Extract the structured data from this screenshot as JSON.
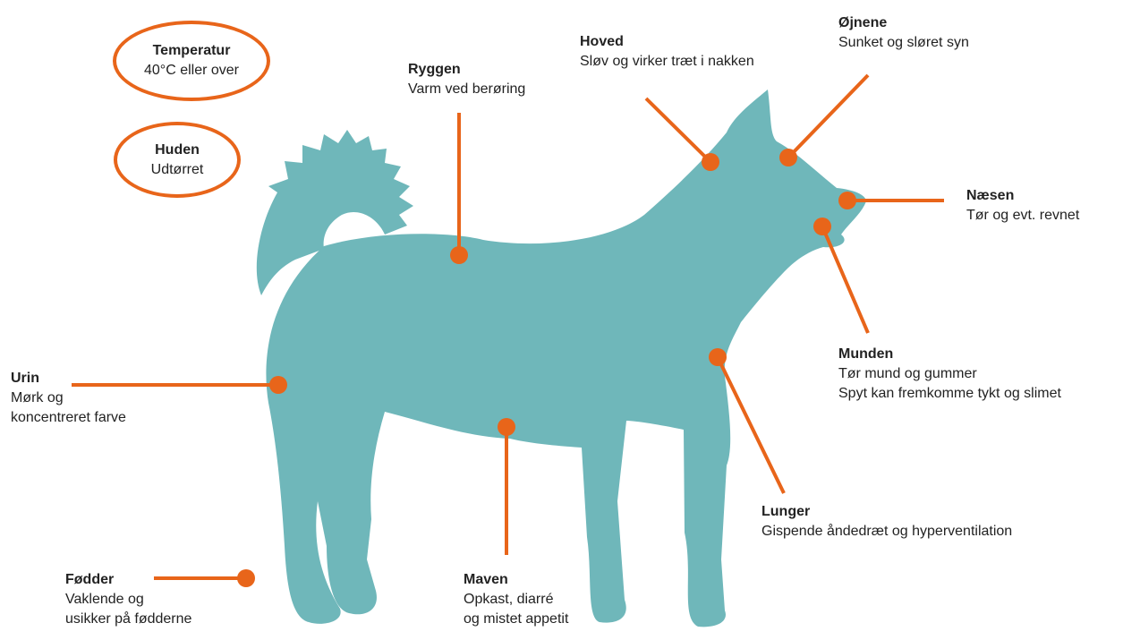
{
  "colors": {
    "dog": "#6FB7BA",
    "accent": "#E8651A",
    "text": "#222222"
  },
  "bubbles": {
    "temperatur": {
      "title": "Temperatur",
      "text": "40°C eller over"
    },
    "huden": {
      "title": "Huden",
      "text": "Udtørret"
    }
  },
  "labels": {
    "ryggen": {
      "title": "Ryggen",
      "lines": [
        "Varm ved berøring"
      ]
    },
    "hoved": {
      "title": "Hoved",
      "lines": [
        "Sløv og virker træt i nakken"
      ]
    },
    "ojnene": {
      "title": "Øjnene",
      "lines": [
        "Sunket og sløret syn"
      ]
    },
    "naesen": {
      "title": "Næsen",
      "lines": [
        "Tør og evt. revnet"
      ]
    },
    "munden": {
      "title": "Munden",
      "lines": [
        "Tør mund og gummer",
        "Spyt kan fremkomme tykt og slimet"
      ]
    },
    "lunger": {
      "title": "Lunger",
      "lines": [
        "Gispende åndedræt og hyperventilation"
      ]
    },
    "maven": {
      "title": "Maven",
      "lines": [
        "Opkast, diarré",
        "og mistet appetit"
      ]
    },
    "urin": {
      "title": "Urin",
      "lines": [
        "Mørk og",
        "koncentreret farve"
      ]
    },
    "fodder": {
      "title": "Fødder",
      "lines": [
        "Vaklende og",
        "usikker på fødderne"
      ]
    }
  }
}
